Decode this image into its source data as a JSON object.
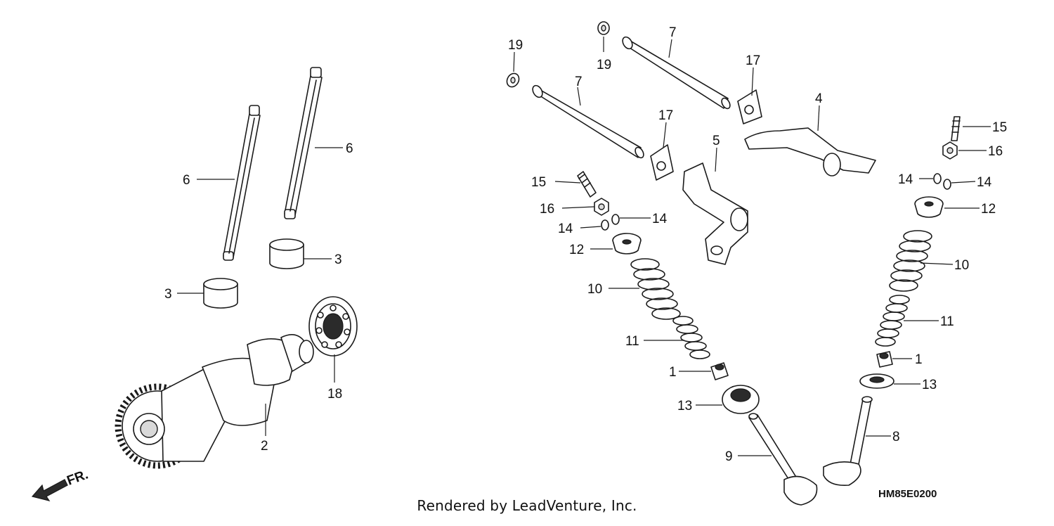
{
  "diagram": {
    "footer_text": "Rendered by LeadVenture, Inc.",
    "diagram_code": "HM85E0200",
    "front_indicator": "FR.",
    "callouts": [
      {
        "id": "c19a",
        "label": "19"
      },
      {
        "id": "c19b",
        "label": "19"
      },
      {
        "id": "c7a",
        "label": "7"
      },
      {
        "id": "c7b",
        "label": "7"
      },
      {
        "id": "c17a",
        "label": "17"
      },
      {
        "id": "c17b",
        "label": "17"
      },
      {
        "id": "c4",
        "label": "4"
      },
      {
        "id": "c5",
        "label": "5"
      },
      {
        "id": "c15a",
        "label": "15"
      },
      {
        "id": "c15b",
        "label": "15"
      },
      {
        "id": "c16a",
        "label": "16"
      },
      {
        "id": "c16b",
        "label": "16"
      },
      {
        "id": "c14a",
        "label": "14"
      },
      {
        "id": "c14b",
        "label": "14"
      },
      {
        "id": "c14c",
        "label": "14"
      },
      {
        "id": "c14d",
        "label": "14"
      },
      {
        "id": "c12a",
        "label": "12"
      },
      {
        "id": "c12b",
        "label": "12"
      },
      {
        "id": "c10a",
        "label": "10"
      },
      {
        "id": "c10b",
        "label": "10"
      },
      {
        "id": "c11a",
        "label": "11"
      },
      {
        "id": "c11b",
        "label": "11"
      },
      {
        "id": "c1a",
        "label": "1"
      },
      {
        "id": "c1b",
        "label": "1"
      },
      {
        "id": "c13a",
        "label": "13"
      },
      {
        "id": "c13b",
        "label": "13"
      },
      {
        "id": "c9",
        "label": "9"
      },
      {
        "id": "c8",
        "label": "8"
      },
      {
        "id": "c6a",
        "label": "6"
      },
      {
        "id": "c6b",
        "label": "6"
      },
      {
        "id": "c3a",
        "label": "3"
      },
      {
        "id": "c3b",
        "label": "3"
      },
      {
        "id": "c18",
        "label": "18"
      },
      {
        "id": "c2",
        "label": "2"
      }
    ]
  }
}
